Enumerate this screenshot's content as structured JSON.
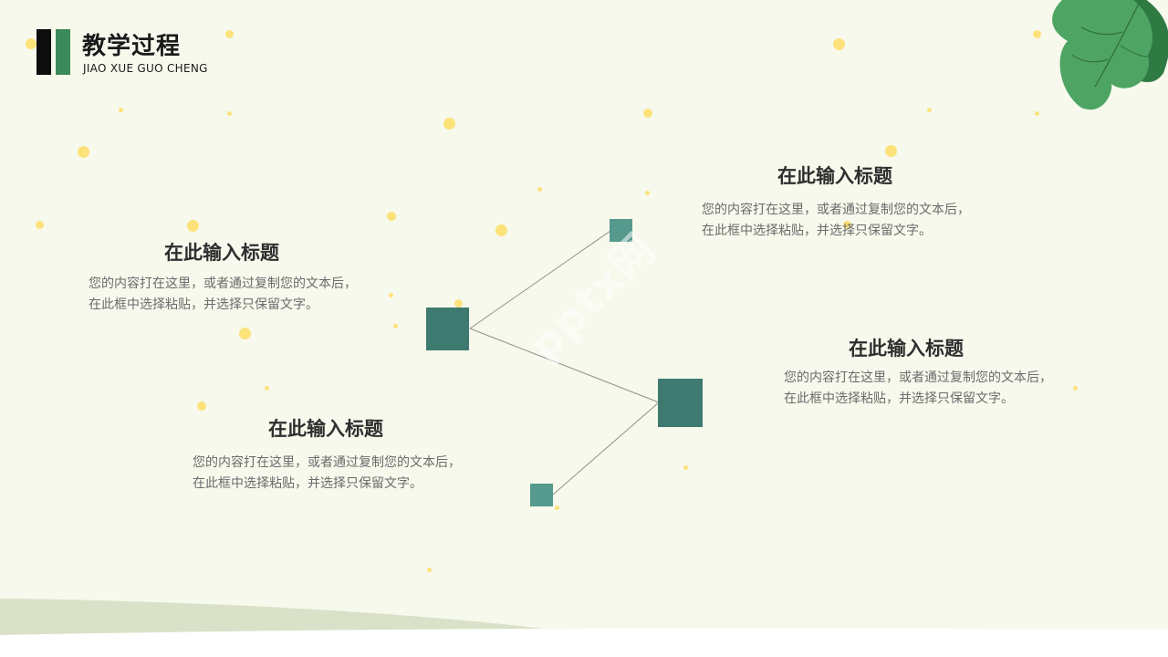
{
  "header": {
    "title": "教学过程",
    "subtitle": "JIAO XUE GUO CHENG"
  },
  "items": [
    {
      "heading": "在此输入标题",
      "body": "您的内容打在这里，或者通过复制您的文本后，在此框中选择粘贴，并选择只保留文字。"
    },
    {
      "heading": "在此输入标题",
      "body": "您的内容打在这里，或者通过复制您的文本后，在此框中选择粘贴，并选择只保留文字。"
    },
    {
      "heading": "在此输入标题",
      "body": "您的内容打在这里，或者通过复制您的文本后，在此框中选择粘贴，并选择只保留文字。"
    },
    {
      "heading": "在此输入标题",
      "body": "您的内容打在这里，或者通过复制您的文本后，在此框中选择粘贴，并选择只保留文字。"
    }
  ],
  "watermark": "pptx网",
  "colors": {
    "background": "#f6f9ec",
    "accent_green": "#3b8a5b",
    "node_dark": "#3e7a6f",
    "node_light": "#56998d",
    "dot_yellow": "#fde27a"
  }
}
